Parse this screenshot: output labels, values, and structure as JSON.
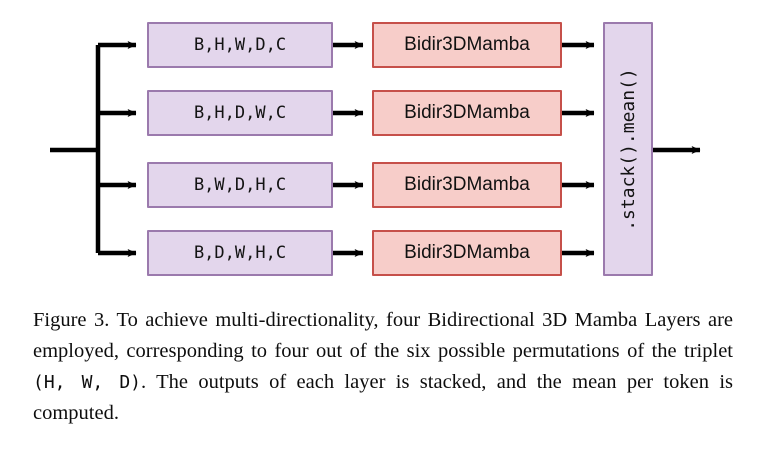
{
  "figure": {
    "id": "Figure 3",
    "diagram": {
      "input_edge_label": "",
      "permutation_boxes": [
        {
          "label": "B,H,W,D,C"
        },
        {
          "label": "B,H,D,W,C"
        },
        {
          "label": "B,W,D,H,C"
        },
        {
          "label": "B,D,W,H,C"
        }
      ],
      "mamba_boxes": [
        {
          "label": "Bidir3DMamba"
        },
        {
          "label": "Bidir3DMamba"
        },
        {
          "label": "Bidir3DMamba"
        },
        {
          "label": "Bidir3DMamba"
        }
      ],
      "aggregator": {
        "label": ".stack().mean()"
      },
      "colors": {
        "permutation_fill": "#e3d6ec",
        "permutation_border": "#9b7aad",
        "mamba_fill": "#f7cdc9",
        "mamba_border": "#c6504a",
        "arrow": "#000000",
        "background": "#ffffff"
      }
    },
    "caption": {
      "prefix": "Figure 3.",
      "part1": " To achieve multi-directionality, four Bidirectional 3D Mamba Layers are employed, corresponding to four out of the six possible permutations of the triplet ",
      "mono": "(H, W, D)",
      "part2": ". The outputs of each layer is stacked, and the mean per token is computed.",
      "full_text": "Figure 3. To achieve multi-directionality, four Bidirectional 3D Mamba Layers are employed, corresponding to four out of the six possible permutations of the triplet (H, W, D). The outputs of each layer is stacked, and the mean per token is computed."
    }
  }
}
